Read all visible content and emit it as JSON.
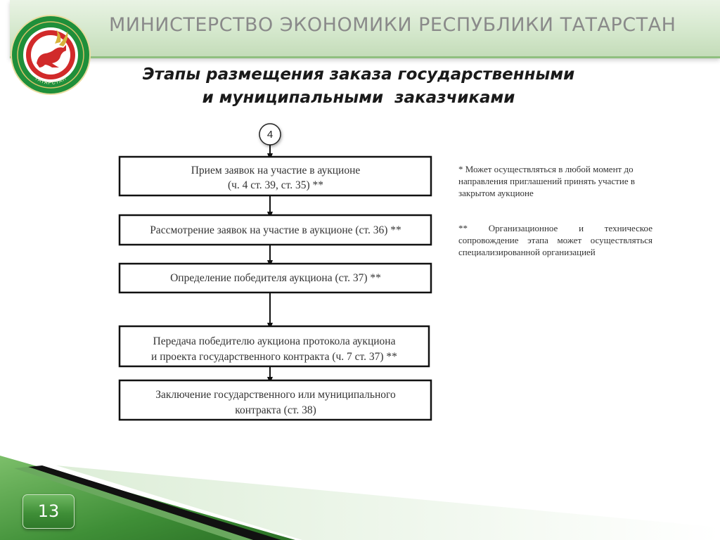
{
  "header": {
    "ministry_title": "МИНИСТЕРСТВО ЭКОНОМИКИ РЕСПУБЛИКИ ТАТАРСТАН",
    "emblem_text": "ТАТАРСТАН"
  },
  "slide": {
    "heading_line1": "Этапы размещения заказа государственными",
    "heading_line2": "и муниципальными  заказчиками",
    "page_number": "13"
  },
  "flow": {
    "step_number": "4",
    "nodes": [
      {
        "id": "reception",
        "lines": [
          "Прием заявок на участие в аукционе",
          "(ч. 4 ст. 39, ст. 35) **"
        ]
      },
      {
        "id": "review",
        "lines": [
          "Рассмотрение заявок на участие в аукционе (ст. 36) **"
        ]
      },
      {
        "id": "winner",
        "lines": [
          "Определение победителя аукциона (ст. 37) **"
        ]
      },
      {
        "id": "transfer",
        "lines": [
          "Передача победителю аукциона протокола аукциона",
          "и проекта государственного контракта (ч. 7 ст. 37) **"
        ]
      },
      {
        "id": "contract",
        "lines": [
          "Заключение государственного или муниципального",
          "контракта (ст. 38)"
        ]
      }
    ],
    "edges": [
      {
        "from": "step",
        "to": "reception"
      },
      {
        "from": "reception",
        "to": "review"
      },
      {
        "from": "review",
        "to": "winner"
      },
      {
        "from": "winner",
        "to": "transfer"
      },
      {
        "from": "transfer",
        "to": "contract"
      }
    ]
  },
  "notes": {
    "note1": "* Может осуществляться в любой момент до направления приглашений принять участие в закрытом аукционе",
    "note2": "** Организационное и техническое сопровождение этапа может осуществляться специализированной организацией"
  },
  "colors": {
    "header_green": "#c4dcb9",
    "badge_green": "#3f8f37",
    "emblem_red": "#d12a2a",
    "emblem_green": "#1f8f3a"
  }
}
